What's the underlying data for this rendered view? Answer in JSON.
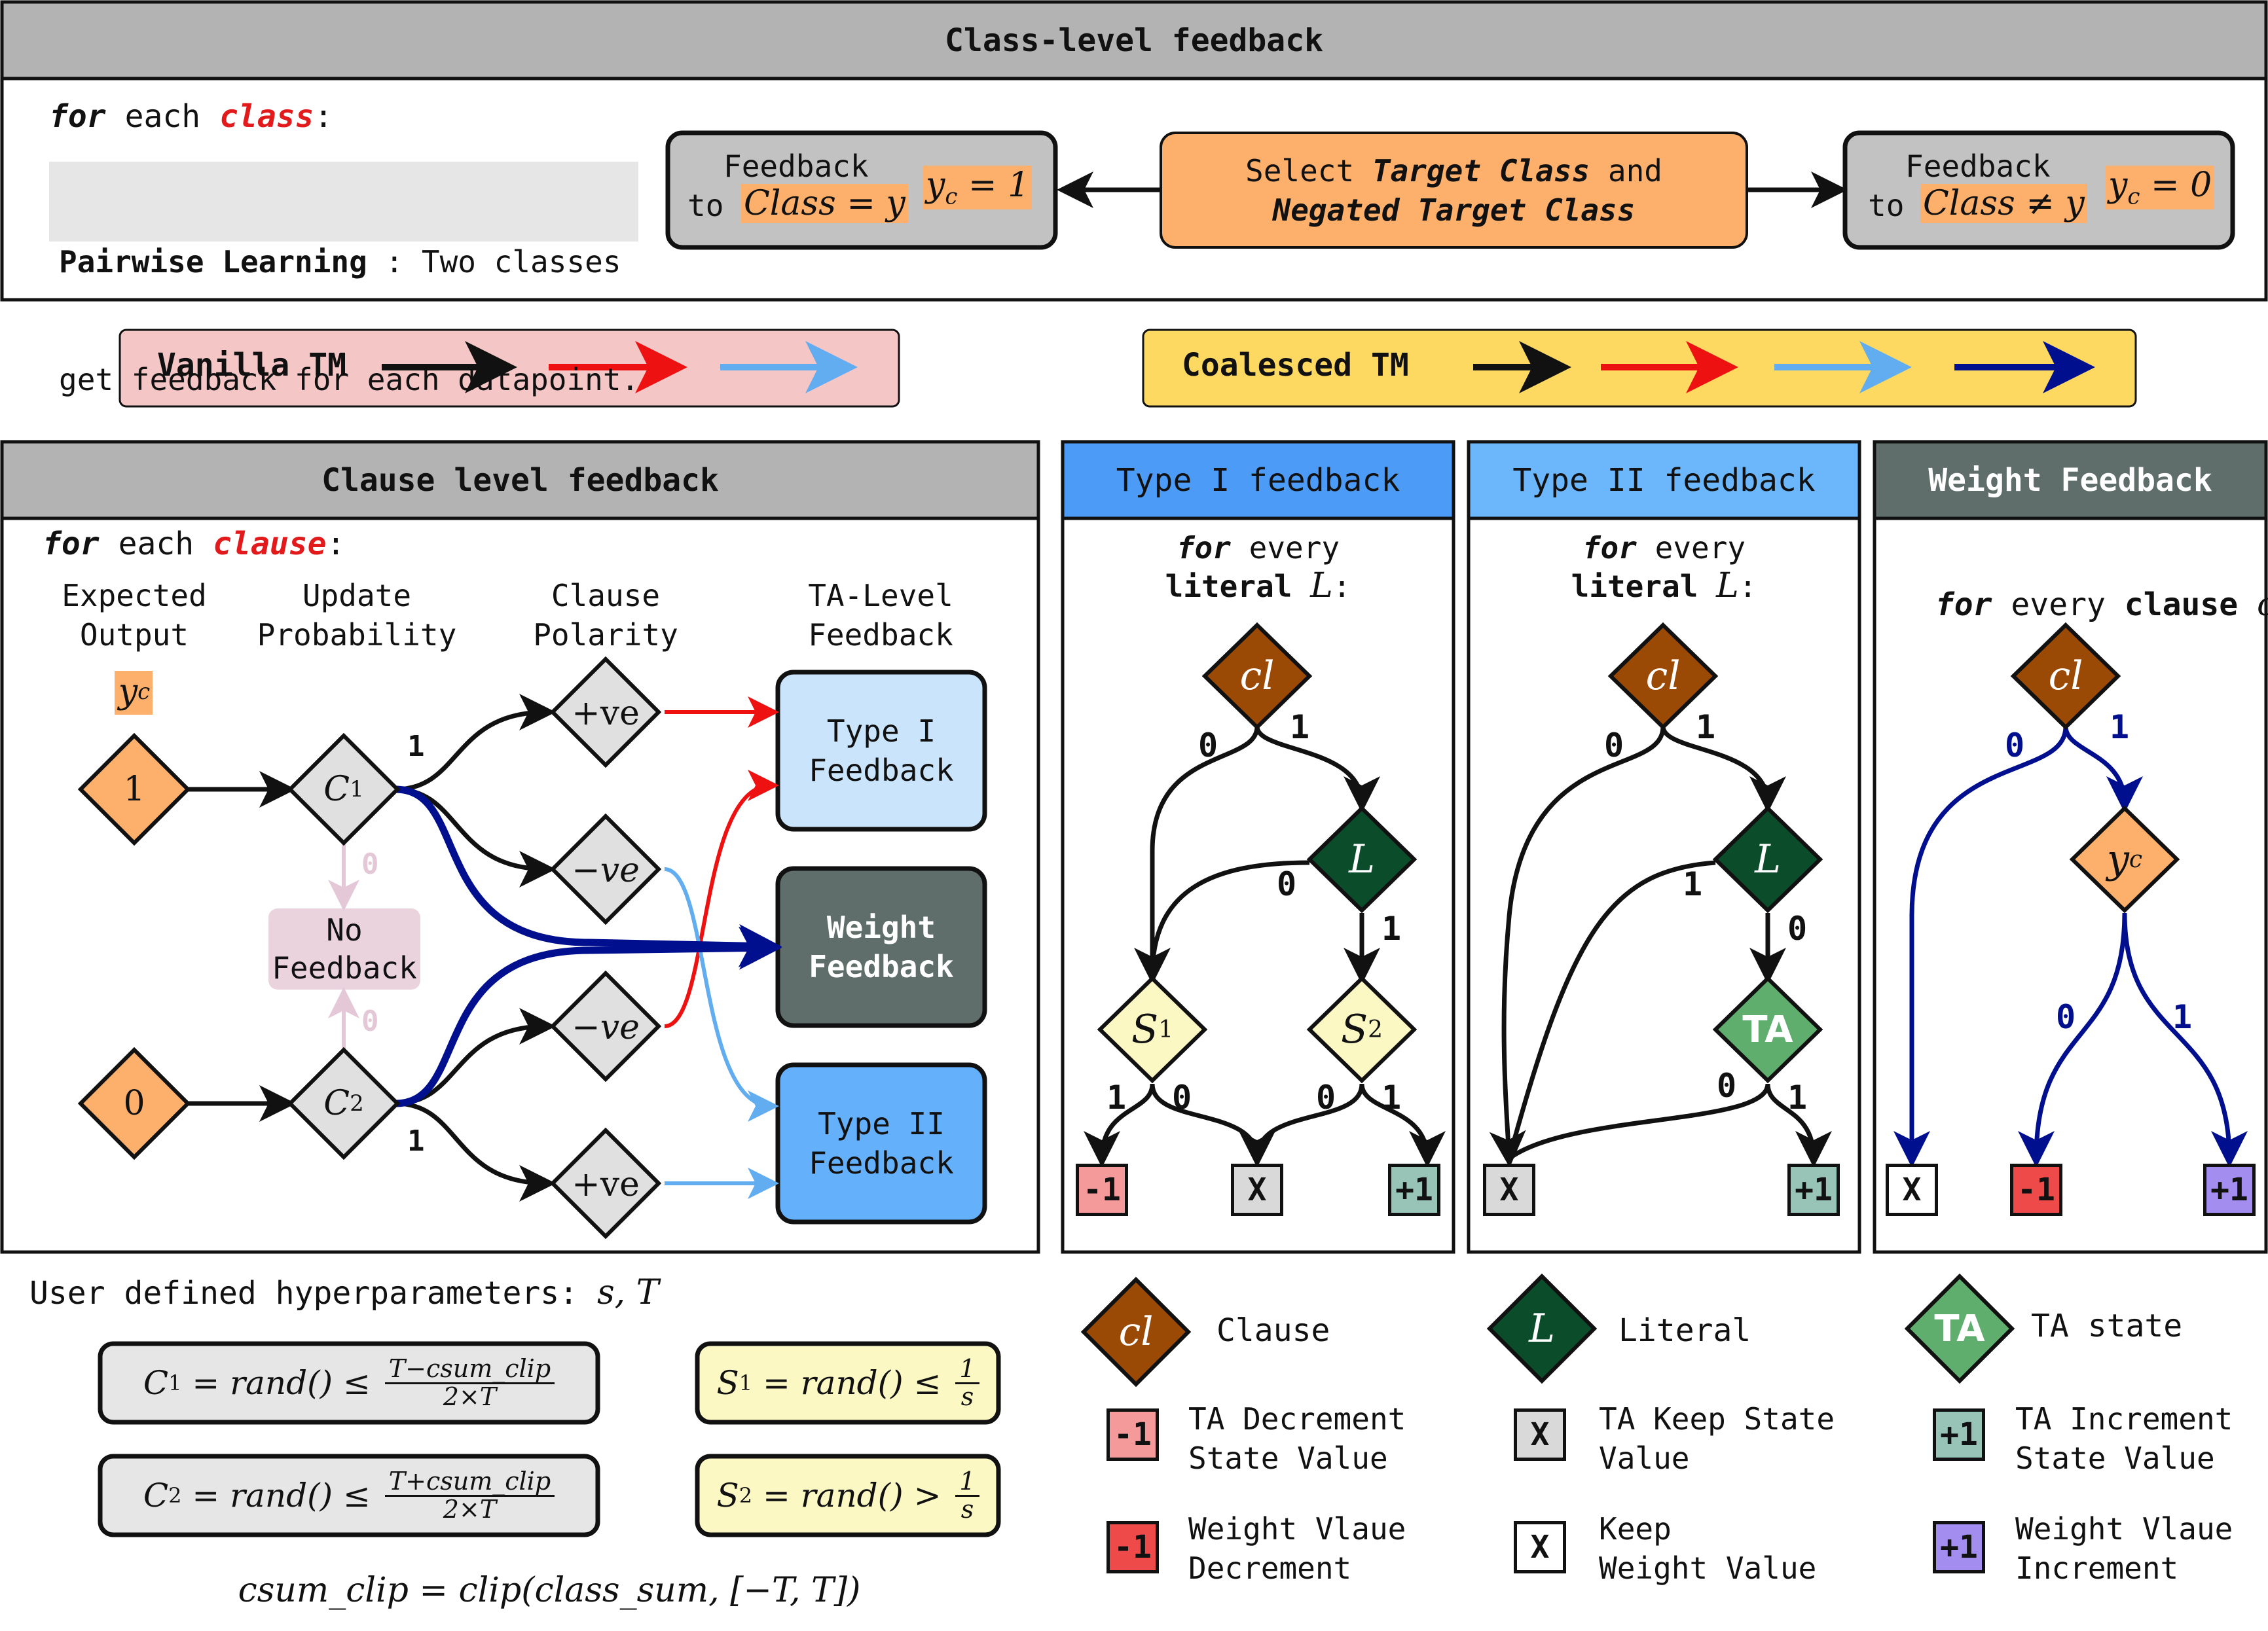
{
  "class_level": {
    "title": "Class-level feedback",
    "for_kw": "for",
    "each": " each ",
    "class_word": "class",
    "colon": ":",
    "pairwise_bold": "Pairwise Learning",
    "pairwise_rest": " : Two classes",
    "pairwise_line2": "get feedback for each datapoint.",
    "fb_left_l1": "Feedback",
    "fb_left_to": "to",
    "fb_left_cls": "Class = y",
    "fb_left_yc": "y",
    "fb_left_yc_sub": "c",
    "fb_left_yc_val": " = 1",
    "select_pre": "Select ",
    "select_target": "Target Class",
    "select_and": " and",
    "select_negated": "Negated Target Class",
    "fb_right_l1": "Feedback",
    "fb_right_to": "to",
    "fb_right_cls": "Class ≠ y",
    "fb_right_yc": "y",
    "fb_right_yc_sub": "c",
    "fb_right_yc_val": " = 0"
  },
  "legend_bar": {
    "vanilla": "Vanilla TM",
    "coalesced": "Coalesced TM"
  },
  "clause_level": {
    "title": "Clause level feedback",
    "for_kw": "for",
    "each": " each ",
    "clause_word": "clause",
    "colon": ":",
    "col_expected": [
      "Expected",
      "Output"
    ],
    "col_update": [
      "Update",
      "Probability"
    ],
    "col_polarity": [
      "Clause",
      "Polarity"
    ],
    "col_ta": [
      "TA-Level",
      "Feedback"
    ],
    "yc": "y",
    "yc_sub": "c",
    "in_one": "1",
    "in_zero": "0",
    "c1": "C",
    "c1_sub": "1",
    "c2": "C",
    "c2_sub": "2",
    "pos_ve": "+ve",
    "neg_ve": "−ve",
    "edge_one": "1",
    "edge_zero": "0",
    "no_feedback": [
      "No",
      "Feedback"
    ],
    "type1_box": [
      "Type I",
      "Feedback"
    ],
    "weight_box": [
      "Weight",
      "Feedback"
    ],
    "type2_box": [
      "Type II",
      "Feedback"
    ]
  },
  "type1": {
    "title": "Type I feedback",
    "for_kw": "for",
    "every": " every",
    "literal": "literal",
    "L": "L",
    "colon": ":",
    "cl": "cl",
    "S1": "S",
    "S1_sub": "1",
    "S2": "S",
    "S2_sub": "2",
    "leaf_dec": "-1",
    "leaf_keep": "X",
    "leaf_inc": "+1",
    "zero": "0",
    "one": "1"
  },
  "type2": {
    "title": "Type II feedback",
    "for_kw": "for",
    "every": " every",
    "literal": "literal",
    "L": "L",
    "colon": ":",
    "cl": "cl",
    "TA": "TA",
    "leaf_keep": "X",
    "leaf_inc": "+1",
    "zero": "0",
    "one": "1"
  },
  "weight": {
    "title": "Weight Feedback",
    "for_kw": "for",
    "every": " every ",
    "clause": "clause",
    "cl_var": "cl",
    "colon": ":",
    "cl": "cl",
    "yc": "y",
    "yc_sub": "c",
    "leaf_keep": "X",
    "leaf_dec": "-1",
    "leaf_inc": "+1",
    "zero": "0",
    "one": "1"
  },
  "hyper": {
    "title_pre": "User defined hyperparameters: ",
    "title_vars": "s, T",
    "c1_lhs": "C",
    "c1_sub": "1",
    "c1_mid": " = rand() ≤ ",
    "c1_num": "T−csum_clip",
    "c1_den": "2×T",
    "c2_lhs": "C",
    "c2_sub": "2",
    "c2_mid": " = rand() ≤ ",
    "c2_num": "T+csum_clip",
    "c2_den": "2×T",
    "s1_lhs": "S",
    "s1_sub": "1",
    "s1_mid": " = rand() ≤ ",
    "s1_num": "1",
    "s1_den": "s",
    "s2_lhs": "S",
    "s2_sub": "2",
    "s2_mid": " = rand() > ",
    "s2_num": "1",
    "s2_den": "s",
    "clip": "csum_clip = clip(class_sum, [−T, T])"
  },
  "legend": {
    "clause_sym": "cl",
    "clause_label": "Clause",
    "literal_sym": "L",
    "literal_label": "Literal",
    "ta_sym": "TA",
    "ta_label": "TA state",
    "dec_sym": "-1",
    "dec_label": [
      "TA Decrement",
      "State Value"
    ],
    "keep_sym": "X",
    "keep_label": [
      "TA Keep State",
      "Value"
    ],
    "inc_sym": "+1",
    "inc_label": [
      "TA Increment",
      "State Value"
    ],
    "wdec_sym": "-1",
    "wdec_label": [
      "Weight Vlaue",
      "Decrement"
    ],
    "wkeep_sym": "X",
    "wkeep_label": [
      "Keep",
      "Weight Value"
    ],
    "winc_sym": "+1",
    "winc_label": [
      "Weight Vlaue",
      "Increment"
    ]
  },
  "colors": {
    "orange": "#fdb06b",
    "brown": "#9b4a06",
    "dark_green": "#0b4d2a",
    "ta_green": "#5fae6e",
    "light_yellow": "#fbf8c4",
    "gray_node": "#e0e0e0",
    "header_gray": "#b3b3b3",
    "type1_header": "#4c9cf7",
    "type2_header": "#6cb7fb",
    "weight_header": "#5f6e6a",
    "type1_box": "#c9e4fb",
    "type2_box": "#64b0fb",
    "weight_box": "#5f6e6a",
    "pink_bar": "#f5c6c6",
    "yellow_bar": "#fdd962",
    "red": "#ee1111",
    "light_blue": "#62acf0",
    "navy": "#000f8e",
    "dec_pink": "#f59a9a",
    "dec_red": "#ef4a4a",
    "inc_teal": "#98c4b8",
    "inc_purple": "#a38ef0"
  }
}
